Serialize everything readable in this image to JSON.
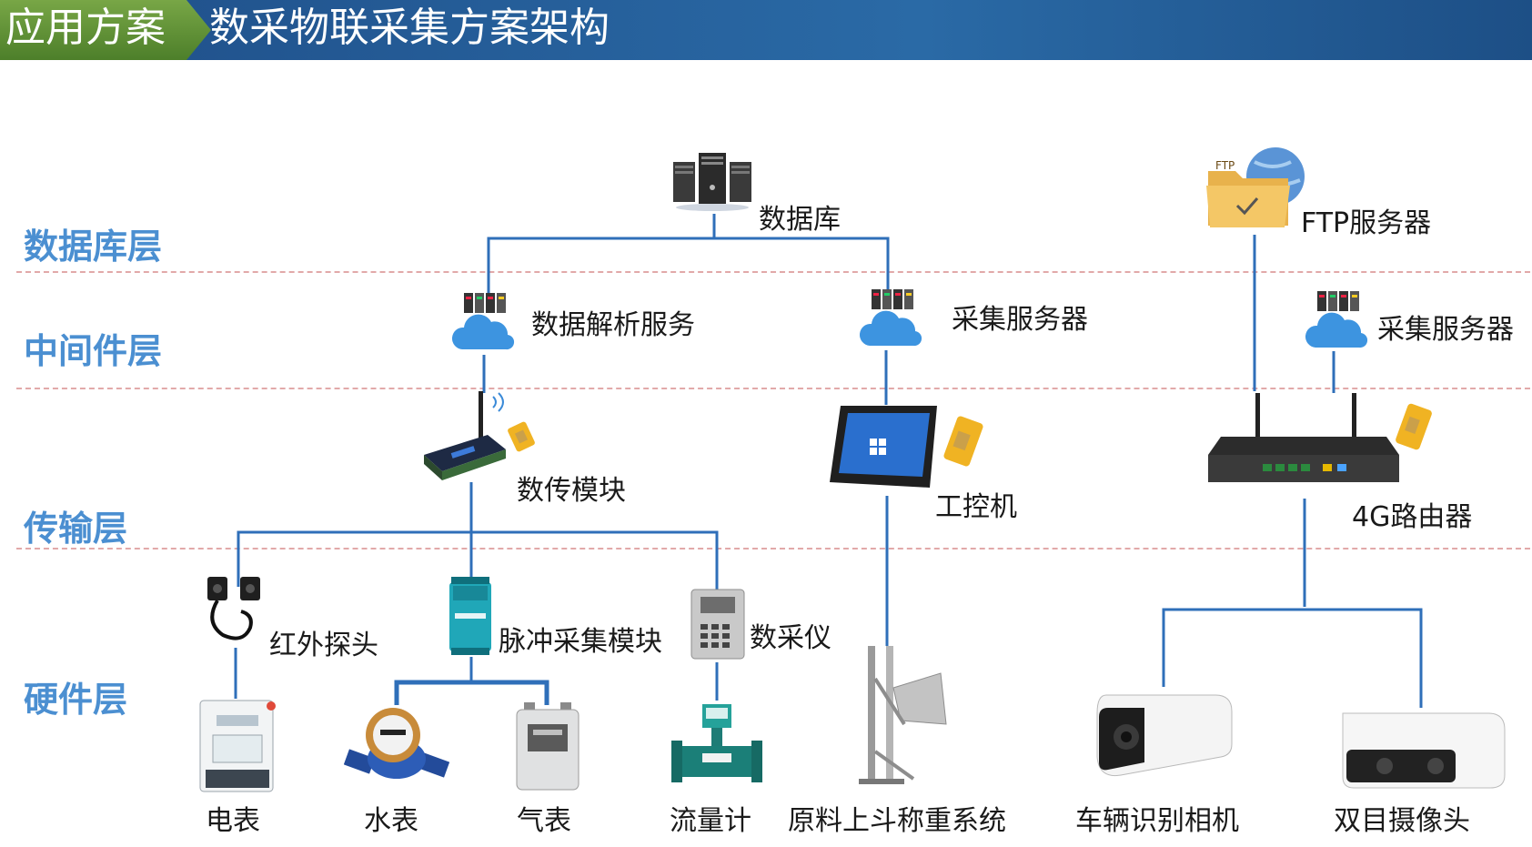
{
  "header": {
    "tag": "应用方案",
    "title": "数采物联采集方案架构"
  },
  "layers": {
    "database": "数据库层",
    "middleware": "中间件层",
    "transport": "传输层",
    "hardware": "硬件层"
  },
  "nodes": {
    "database": "数据库",
    "ftp_server": "FTP服务器",
    "parse_service": "数据解析服务",
    "collect_server_1": "采集服务器",
    "collect_server_2": "采集服务器",
    "dtu_module": "数传模块",
    "ipc": "工控机",
    "router_4g": "4G路由器",
    "ir_probe": "红外探头",
    "pulse_module": "脉冲采集模块",
    "data_collector": "数采仪",
    "electric_meter": "电表",
    "water_meter": "水表",
    "gas_meter": "气表",
    "flow_meter": "流量计",
    "hopper_weighing": "原料上斗称重系统",
    "vehicle_camera": "车辆识别相机",
    "binocular_camera": "双目摄像头"
  },
  "ftp_folder_text": "FTP",
  "colors": {
    "header_bg": "#2a6aa6",
    "tag_bg": "#5f922f",
    "layer_text": "#4b8fd1",
    "wire": "#2f6fb9",
    "dashed_separator": "#e2a9a9"
  }
}
